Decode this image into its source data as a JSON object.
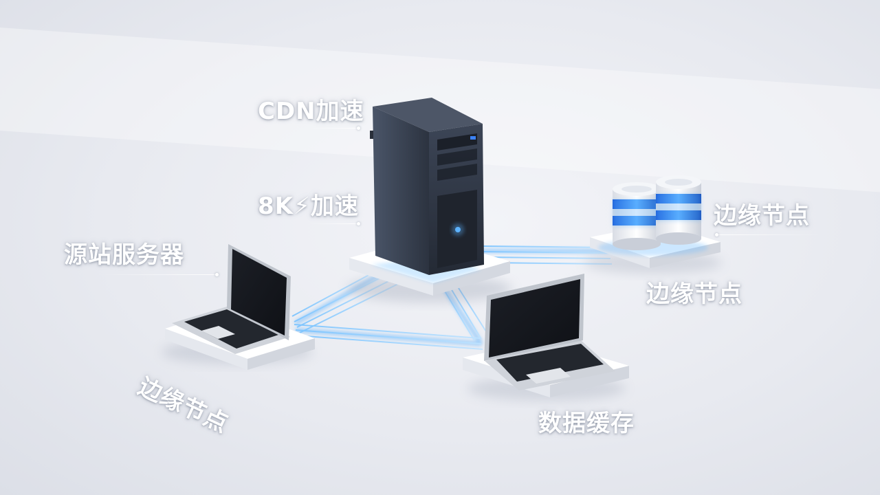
{
  "labels": {
    "cdn": "CDN加速",
    "eight_k": "8K⚡加速",
    "origin": "源站服务器",
    "edge_right_top": "边缘节点",
    "edge_right_mid": "边缘节点",
    "edge_left": "边缘节点",
    "data_cache": "数据缓存"
  },
  "colors": {
    "link_glow": "#4aa8ff",
    "server_body": "#2e3644",
    "node_blue": "#2f7dff",
    "platform": "#f7f8fb"
  },
  "icons": [
    "server-tower-icon",
    "laptop-icon",
    "database-cylinder-icon"
  ]
}
